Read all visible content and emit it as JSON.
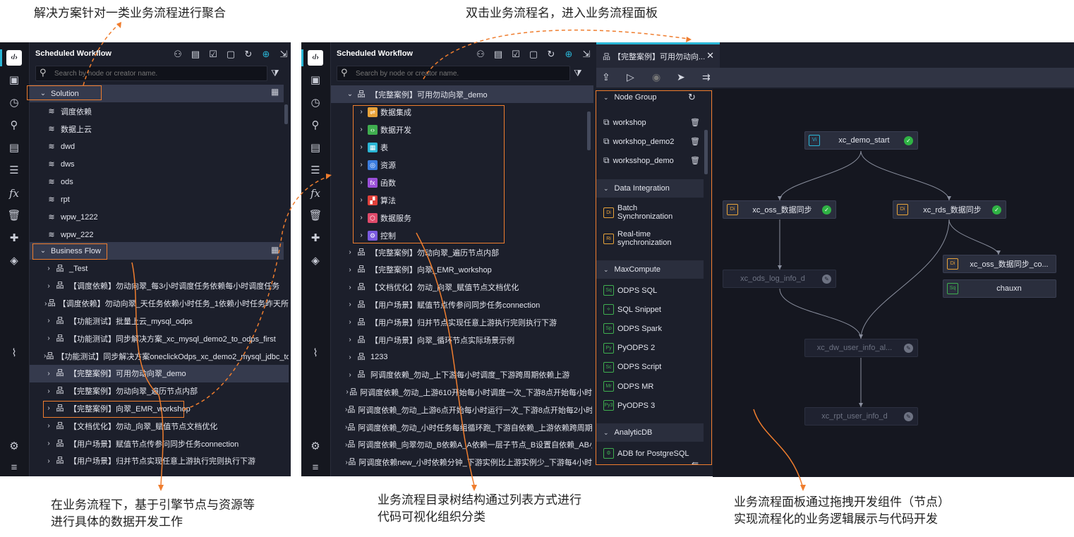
{
  "annotations": {
    "top_left": "解决方案针对一类业务流程进行聚合",
    "top_right": "双击业务流程名，进入业务流程面板",
    "bottom_left": [
      "在业务流程下，基于引擎节点与资源等",
      "进行具体的数据开发工作"
    ],
    "bottom_mid": [
      "业务流程目录树结构通过列表方式进行",
      "代码可视化组织分类"
    ],
    "bottom_right": [
      "业务流程面板通过拖拽开发组件（节点）",
      "实现流程化的业务逻辑展示与代码开发"
    ]
  },
  "colors": {
    "accent": "#2ab6d6",
    "highlight": "#ef7d2e",
    "panel": "#1c1f2b",
    "success": "#2fb344"
  },
  "left_panel": {
    "title": "Scheduled Workflow",
    "search_placeholder": "Search by node or creator name.",
    "solution_label": "Solution",
    "solution_items": [
      "调度依赖",
      "数据上云",
      "dwd",
      "dws",
      "ods",
      "rpt",
      "wpw_1222",
      "wpw_222"
    ],
    "business_flow_label": "Business Flow",
    "flows": [
      "_Test",
      "【调度依赖】勿动向翠_每3小时调度任务依赖每小时调度任务",
      "【调度依赖】勿动向翠_天任务依赖小时任务_1依赖小时任务昨天所",
      "【功能测试】批量上云_mysql_odps",
      "【功能测试】同步解决方案_xc_mysql_demo2_to_odps_first",
      "【功能测试】同步解决方案oneclickOdps_xc_demo2_mysql_jdbc_to",
      "【完整案例】可用勿动向翠_demo",
      "【完整案例】勿动向翠_遍历节点内部",
      "【完整案例】向翠_EMR_workshop",
      "【文档优化】勿动_向翠_赋值节点文档优化",
      "【用户场景】赋值节点传参问同步任务connection",
      "【用户场景】归并节点实现任意上游执行完则执行下游"
    ]
  },
  "middle_panel": {
    "title": "Scheduled Workflow",
    "search_placeholder": "Search by node or creator name.",
    "open_flow": "【完整案例】可用勿动向翠_demo",
    "categories": [
      {
        "label": "数据集成",
        "icon": "⇌",
        "color": "#e8a33a"
      },
      {
        "label": "数据开发",
        "icon": "‹›",
        "color": "#3fae4f"
      },
      {
        "label": "表",
        "icon": "▦",
        "color": "#2ab6d6"
      },
      {
        "label": "资源",
        "icon": "◎",
        "color": "#3b7de0"
      },
      {
        "label": "函数",
        "icon": "fx",
        "color": "#9a4fd8"
      },
      {
        "label": "算法",
        "icon": "▞",
        "color": "#e0403a"
      },
      {
        "label": "数据服务",
        "icon": "⬡",
        "color": "#e04a6a"
      },
      {
        "label": "控制",
        "icon": "⚙",
        "color": "#7a5ae0"
      }
    ],
    "flows": [
      "【完整案例】勿动向翠_遍历节点内部",
      "【完整案例】向翠_EMR_workshop",
      "【文档优化】勿动_向翠_赋值节点文档优化",
      "【用户场景】赋值节点传参问同步任务connection",
      "【用户场景】归并节点实现任意上游执行完则执行下游",
      "【用户场景】向翠_循环节点实际场景示例",
      "1233",
      "阿调度依赖_勿动_上下游每小时调度_下游跨周期依赖上游",
      "阿调度依赖_勿动_上游610开始每小时调度一次_下游8点开始每小时",
      "阿调度依赖_勿动_上游6点开始每小时运行一次_下游8点开始每2小时",
      "阿调度依赖_勿动_小时任务每组循环跑_下游自依赖_上游依赖跨周期",
      "阿调度依赖_向翠勿动_B依赖A_A依赖一层子节点_B设置自依赖_AB小",
      "阿调度依赖new_小时依赖分钟_下游实例比上游实例少_下游每4小时"
    ]
  },
  "editor": {
    "tab_title": "【完整案例】可用勿动向...",
    "node_group": {
      "header": "Node Group",
      "items": [
        "workshop",
        "workshop_demo2",
        "worksshop_demo"
      ]
    },
    "sections": [
      {
        "header": "Data Integration",
        "items": [
          {
            "label": "Batch Synchronization",
            "badge": "Di",
            "color": "#e8a33a"
          },
          {
            "label": "Real-time synchronization",
            "badge": "Ri",
            "color": "#e8a33a"
          }
        ]
      },
      {
        "header": "MaxCompute",
        "items": [
          {
            "label": "ODPS SQL",
            "badge": "Sq",
            "color": "#3fae4f"
          },
          {
            "label": "SQL Snippet",
            "badge": "⟡",
            "color": "#3fae4f"
          },
          {
            "label": "ODPS Spark",
            "badge": "Sp",
            "color": "#3fae4f"
          },
          {
            "label": "PyODPS 2",
            "badge": "Py",
            "color": "#3fae4f"
          },
          {
            "label": "ODPS Script",
            "badge": "Sc",
            "color": "#3fae4f"
          },
          {
            "label": "ODPS MR",
            "badge": "Mr",
            "color": "#3fae4f"
          },
          {
            "label": "PyODPS 3",
            "badge": "Py3",
            "color": "#3fae4f"
          }
        ]
      },
      {
        "header": "AnalyticDB",
        "items": [
          {
            "label": "ADB for PostgreSQL",
            "badge": "⚙",
            "color": "#3fae4f"
          }
        ]
      }
    ],
    "nodes": {
      "start": {
        "label": "xc_demo_start",
        "badge": "Vi"
      },
      "oss": {
        "label": "xc_oss_数据同步",
        "badge": "Di"
      },
      "rds": {
        "label": "xc_rds_数据同步",
        "badge": "Di"
      },
      "oss_co": {
        "label": "xc_oss_数据同步_co...",
        "badge": "Di"
      },
      "chauxn": {
        "label": "chauxn",
        "badge": "Sq"
      },
      "ods": {
        "label": "xc_ods_log_info_d"
      },
      "dw": {
        "label": "xc_dw_user_info_al..."
      },
      "rpt": {
        "label": "xc_rpt_user_info_d"
      }
    }
  }
}
